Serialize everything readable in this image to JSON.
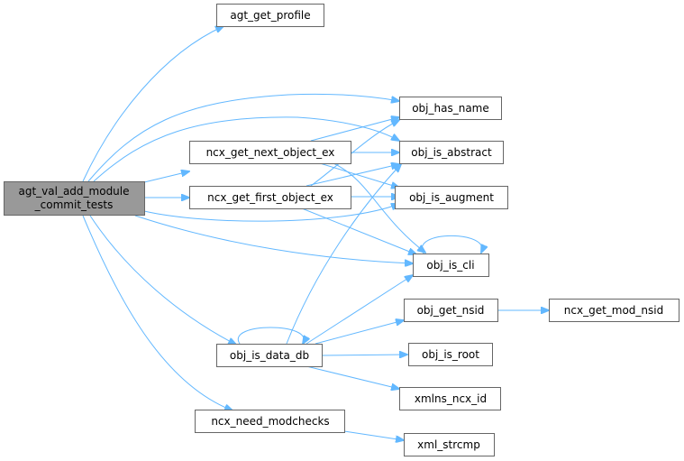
{
  "graph": {
    "root": {
      "line1": "agt_val_add_module",
      "line2": "_commit_tests"
    },
    "nodes": {
      "agt_get_profile": "agt_get_profile",
      "obj_has_name": "obj_has_name",
      "ncx_get_next_object_ex": "ncx_get_next_object_ex",
      "obj_is_abstract": "obj_is_abstract",
      "ncx_get_first_object_ex": "ncx_get_first_object_ex",
      "obj_is_augment": "obj_is_augment",
      "obj_is_cli": "obj_is_cli",
      "obj_get_nsid": "obj_get_nsid",
      "ncx_get_mod_nsid": "ncx_get_mod_nsid",
      "obj_is_data_db": "obj_is_data_db",
      "obj_is_root": "obj_is_root",
      "xmlns_ncx_id": "xmlns_ncx_id",
      "ncx_need_modchecks": "ncx_need_modchecks",
      "xml_strcmp": "xml_strcmp"
    },
    "colors": {
      "edge": "#63b8ff",
      "node_border": "#666666",
      "root_fill": "#999999",
      "node_fill": "#ffffff"
    }
  }
}
